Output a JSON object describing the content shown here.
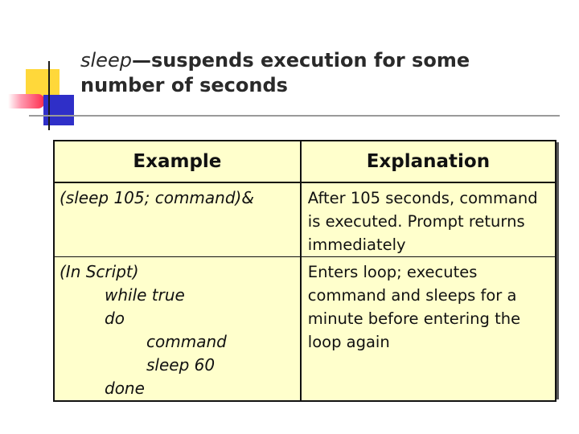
{
  "title": {
    "keyword": "sleep",
    "rest_line1": "—suspends execution for some",
    "line2": "number of seconds"
  },
  "table": {
    "headers": [
      "Example",
      "Explanation"
    ],
    "rows": [
      {
        "example": [
          "(sleep 105; command)&"
        ],
        "explanation": "After 105 seconds, command is executed. Prompt returns immediately"
      },
      {
        "example": [
          "(In Script)",
          "while true",
          "do",
          "command",
          "sleep 60",
          "done"
        ],
        "explanation": "Enters loop; executes command and sleeps for a minute before entering the loop again"
      }
    ]
  },
  "colors": {
    "table_background": "#ffffcc",
    "deco_yellow": "#ffd83a",
    "deco_red": "#ff2a4a",
    "deco_blue": "#2f2fc8"
  }
}
